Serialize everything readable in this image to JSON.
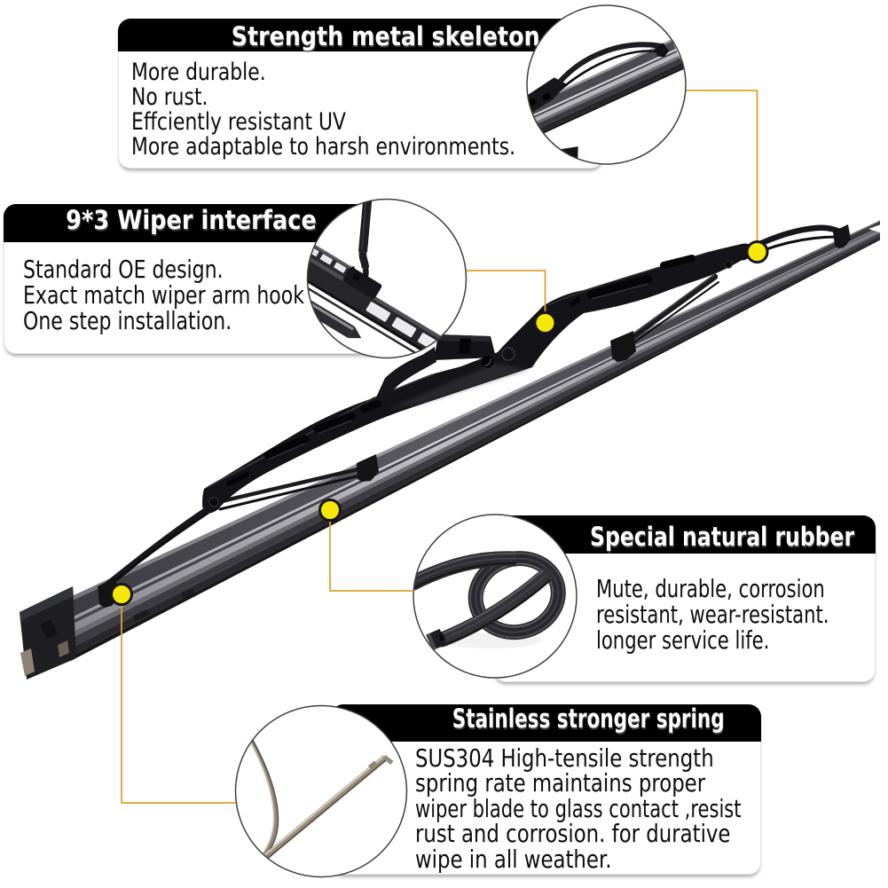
{
  "page": {
    "background": "#ffffff",
    "kind": "product infographic"
  },
  "product": {
    "name": "frame-style windshield wiper blade"
  },
  "colors": {
    "bar_background": "#000000",
    "bar_text": "#ffffff",
    "body_text": "#0d0d0d",
    "connector_line": "#dca22b",
    "marker_fill": "#f6e70a",
    "marker_ring": "#161616"
  },
  "callouts": [
    {
      "id": "skeleton",
      "title": "Strength metal skeleton",
      "lines": [
        "More durable.",
        "No rust.",
        "Effciently resistant UV",
        "More adaptable to harsh environments."
      ]
    },
    {
      "id": "interface",
      "title": "9*3 Wiper interface",
      "lines": [
        "Standard OE design.",
        "Exact match wiper arm hook",
        "One step installation."
      ]
    },
    {
      "id": "rubber",
      "title": "Special natural rubber",
      "lines": [
        "Mute, durable, corrosion",
        "resistant, wear-resistant.",
        "longer service life."
      ]
    },
    {
      "id": "spring",
      "title": "Stainless stronger spring",
      "lines": [
        "SUS304 High-tensile strength",
        "spring rate maintains proper",
        "wiper blade to glass contact ,resist",
        "rust and corrosion. for durative",
        "wipe in all weather."
      ]
    }
  ]
}
